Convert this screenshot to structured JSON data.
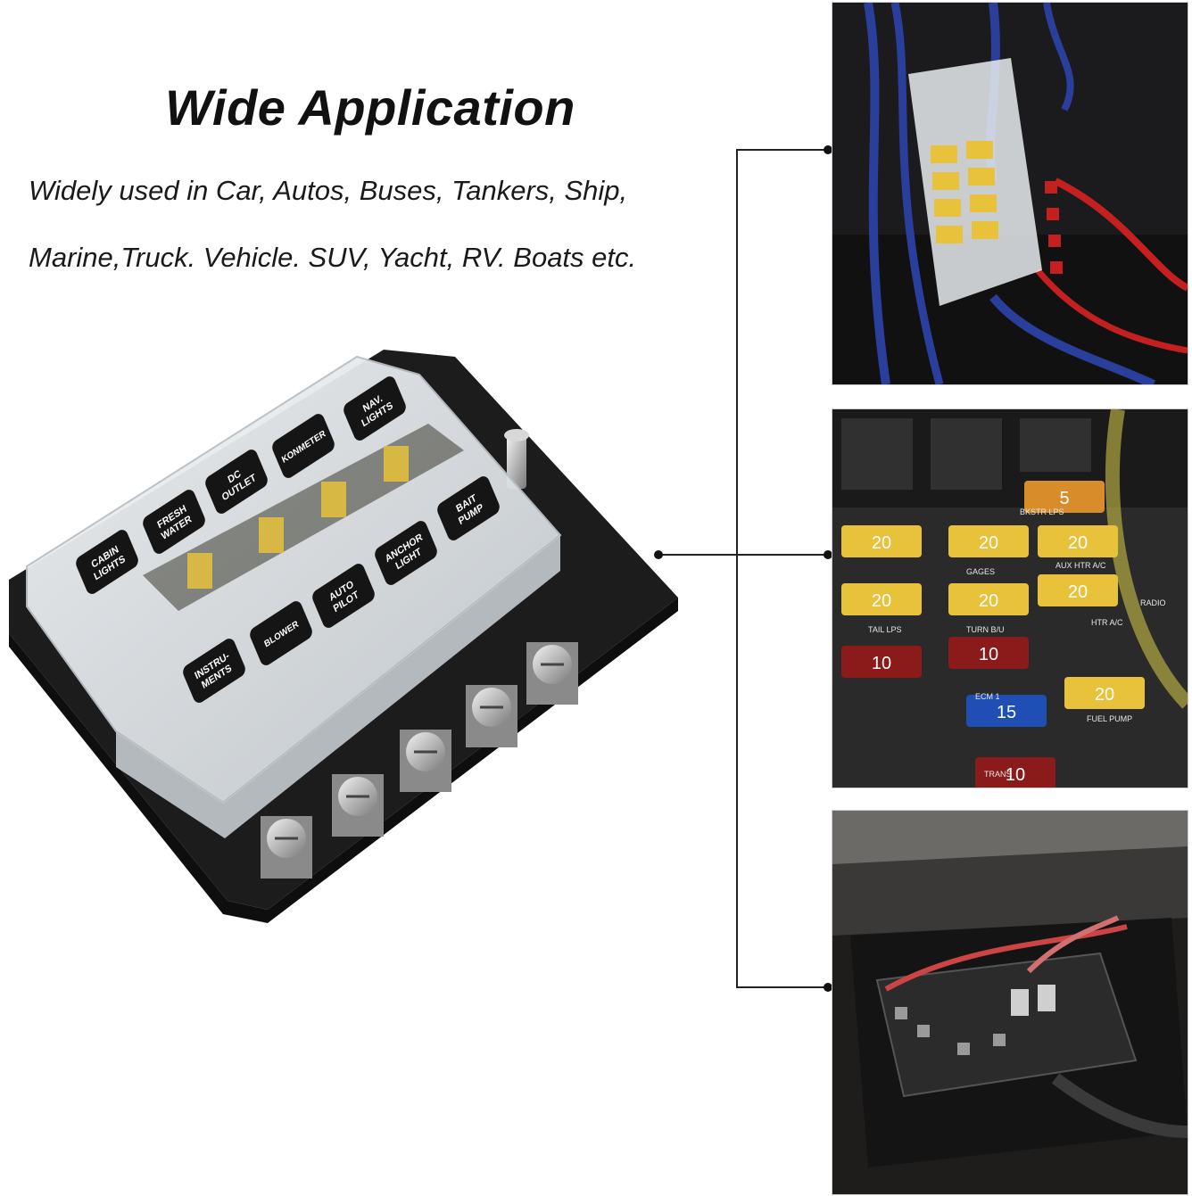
{
  "heading": {
    "title": "Wide Application",
    "line1": "Widely used in Car, Autos, Buses, Tankers, Ship,",
    "line2": "Marine,Truck. Vehicle. SUV, Yacht, RV. Boats etc."
  },
  "fuse_box": {
    "labels_top": [
      [
        "CABIN",
        "LIGHTS"
      ],
      [
        "FRESH",
        "WATER"
      ],
      [
        "DC",
        "OUTLET"
      ],
      [
        "KONMETER"
      ],
      [
        "NAV.",
        "LIGHTS"
      ]
    ],
    "labels_bottom": [
      [
        "INSTRU-",
        "MENTS"
      ],
      [
        "BLOWER"
      ],
      [
        "AUTO",
        "PILOT"
      ],
      [
        "ANCHOR",
        "LIGHT"
      ],
      [
        "BAIT",
        "PUMP"
      ]
    ]
  },
  "photo2": {
    "fuse_values": [
      "5",
      "20",
      "20",
      "20",
      "20",
      "20",
      "20",
      "10",
      "10",
      "15",
      "20",
      "10"
    ],
    "labels": [
      "GAGES",
      "TURN B/U",
      "TAIL LPS",
      "ECM 1",
      "TRANS",
      "FUEL PUMP",
      "AUX HTR A/C",
      "HTR A/C",
      "BKSTR LPS",
      "RADIO"
    ]
  },
  "colors": {
    "box_base": "#1c1c1c",
    "cover": "#e8ecef",
    "fuse_yellow": "#e8c23a",
    "fuse_red": "#8b1a1a",
    "fuse_blue": "#1f4fb5",
    "wire_red": "#c42020",
    "wire_blue": "#2a3f9c"
  }
}
